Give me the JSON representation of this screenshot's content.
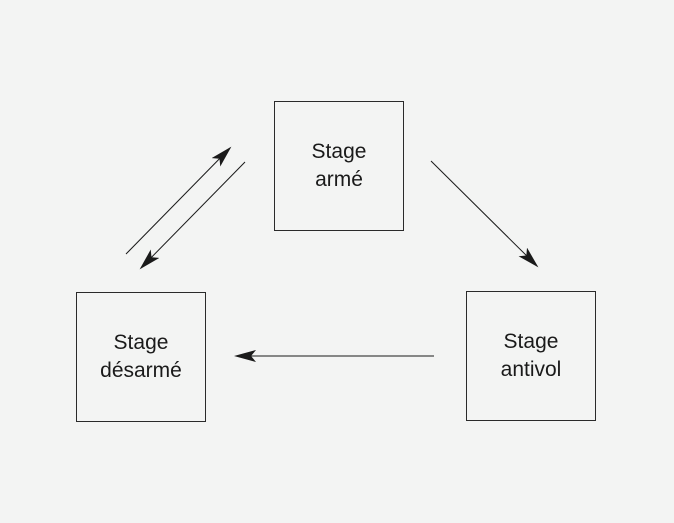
{
  "diagram": {
    "nodes": {
      "arme": {
        "line1": "Stage",
        "line2": "armé"
      },
      "desarme": {
        "line1": "Stage",
        "line2": "désarmé"
      },
      "antivol": {
        "line1": "Stage",
        "line2": "antivol"
      }
    },
    "edges": [
      {
        "from": "desarme",
        "to": "arme"
      },
      {
        "from": "arme",
        "to": "desarme"
      },
      {
        "from": "arme",
        "to": "antivol"
      },
      {
        "from": "antivol",
        "to": "desarme"
      }
    ],
    "colors": {
      "line": "#1a1a1a",
      "background": "#f3f4f3"
    }
  }
}
